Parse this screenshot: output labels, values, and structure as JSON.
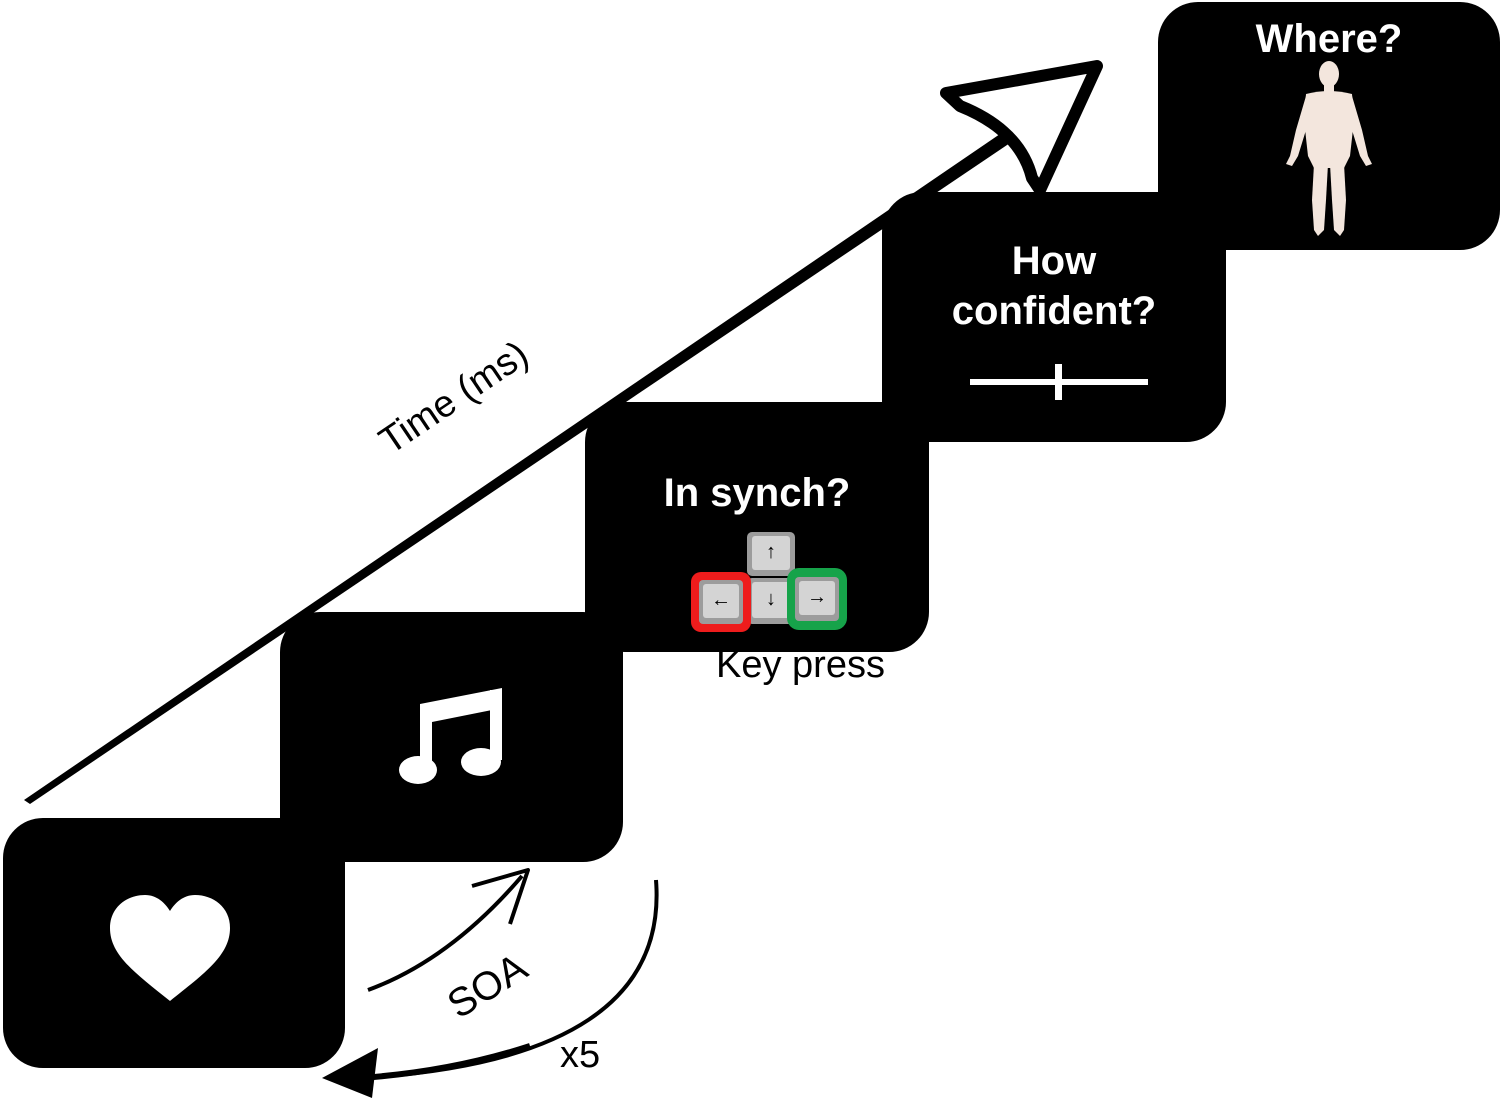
{
  "panels": {
    "heartbeat": {
      "icon": "heart-icon"
    },
    "tone": {
      "icon": "music-note-icon"
    },
    "synch": {
      "title": "In synch?",
      "keys": {
        "up": "↑",
        "left": "←",
        "down": "↓",
        "right": "→"
      },
      "key_colors": {
        "no": "#ee1c1c",
        "yes": "#16a34a"
      }
    },
    "confidence": {
      "title_line1": "How",
      "title_line2": "confident?",
      "icon": "slider-icon"
    },
    "location": {
      "title": "Where?",
      "icon": "human-body-icon",
      "body_color": "#f3e6dd"
    }
  },
  "labels": {
    "time_axis": "Time (ms)",
    "key_press": "Key press",
    "soa": "SOA",
    "repeat": "x5"
  }
}
